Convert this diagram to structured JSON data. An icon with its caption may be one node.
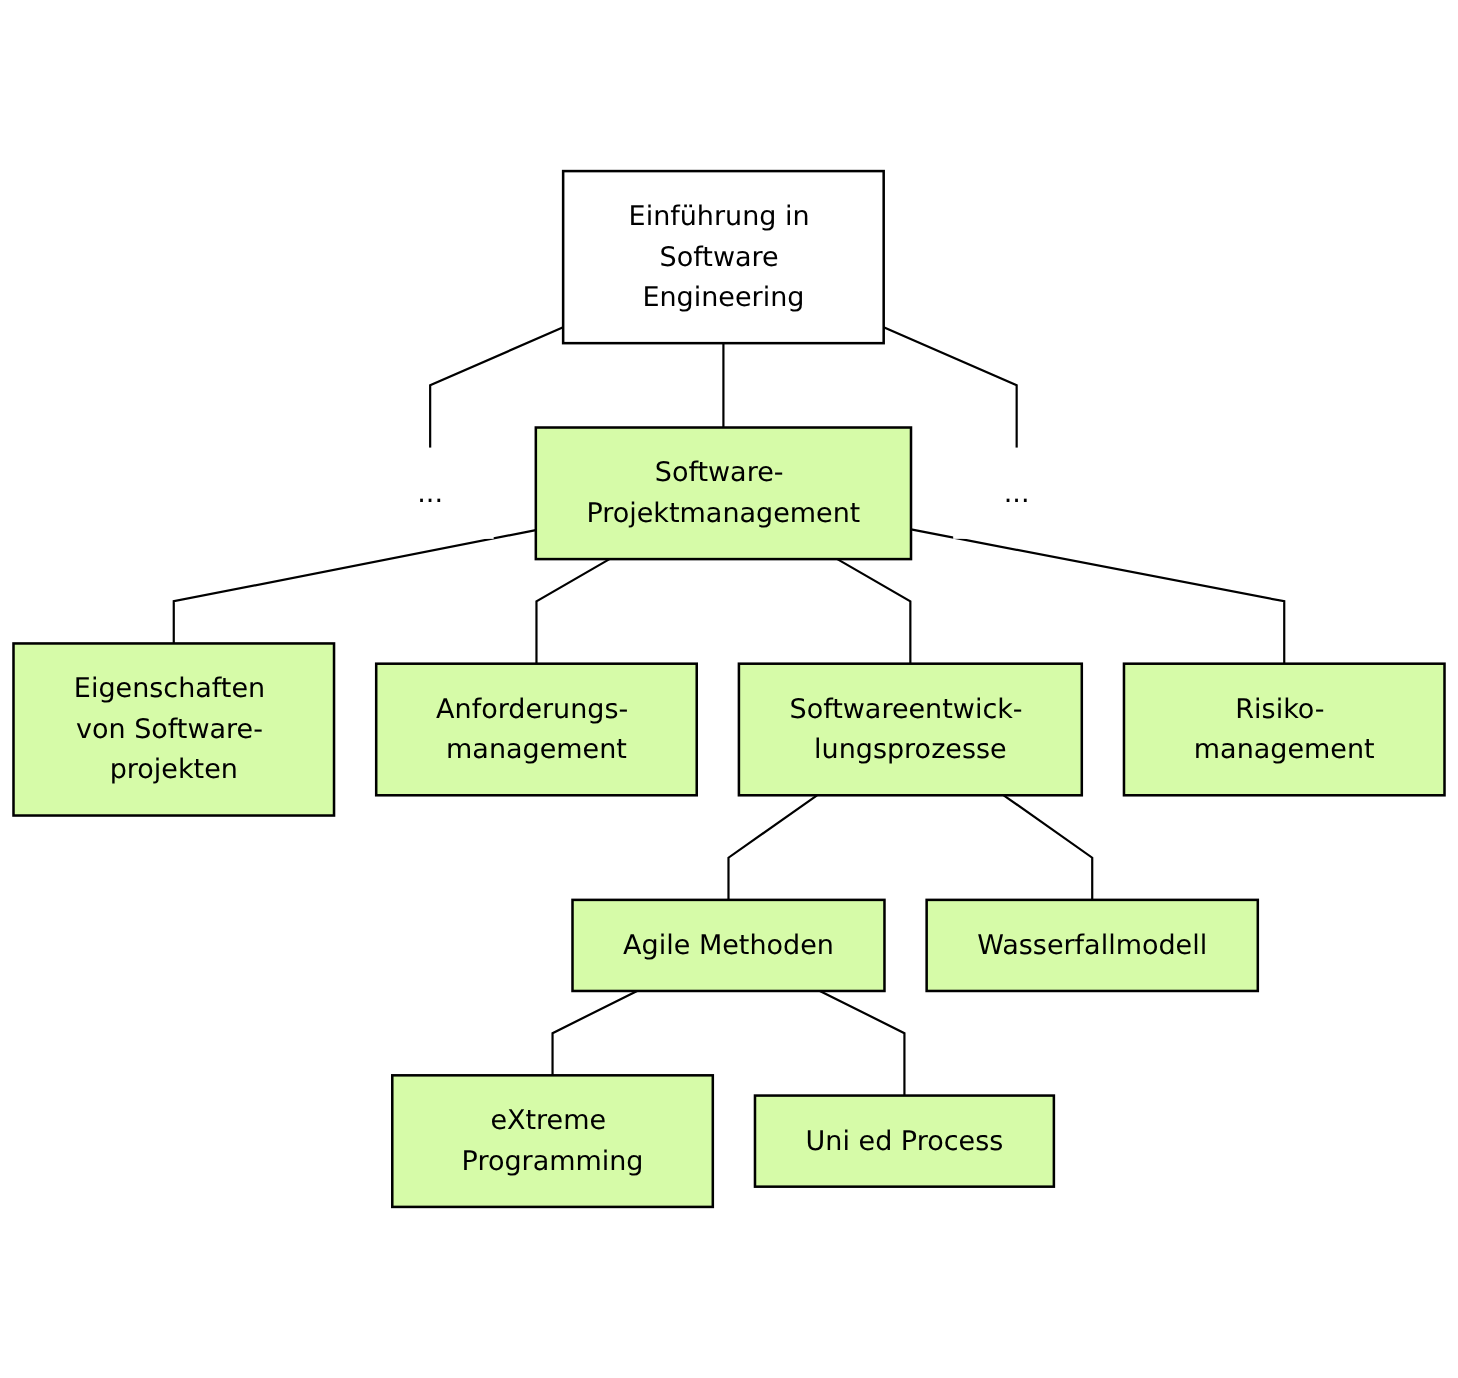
{
  "diagram": {
    "nodes": [
      {
        "text": [
          "Einführung in Software Engineering"
        ]
      },
      {
        "text": [
          "..."
        ]
      },
      {
        "text": [
          "Software- Projektmanagement"
        ]
      },
      {
        "text": [
          "..."
        ]
      },
      {
        "text": [
          "Eigenschaften von Software- projekten"
        ]
      },
      {
        "text": [
          "Anforderungs- management"
        ]
      },
      {
        "text": [
          "Softwareentwick- lungsprozesse"
        ]
      },
      {
        "text": [
          "Risiko- management"
        ]
      },
      {
        "text": [
          "Agile Methoden"
        ]
      },
      {
        "text": [
          "Wasserfallmodell"
        ]
      },
      {
        "text": [
          "eXtreme Programming"
        ]
      },
      {
        "text": [
          "Uni ed Process"
        ]
      }
    ],
    "edges": [
      {
        "from": 0,
        "to": 1,
        "arrow": "none"
      },
      {
        "from": 0,
        "to": 2,
        "arrow": "none"
      },
      {
        "from": 0,
        "to": 3,
        "arrow": "none"
      },
      {
        "from": 2,
        "to": 4,
        "arrow": "none"
      },
      {
        "from": 2,
        "to": 5,
        "arrow": "none"
      },
      {
        "from": 2,
        "to": 6,
        "arrow": "none"
      },
      {
        "from": 2,
        "to": 7,
        "arrow": "none"
      },
      {
        "from": 6,
        "to": 8,
        "arrow": "none"
      },
      {
        "from": 6,
        "to": 9,
        "arrow": "none"
      },
      {
        "from": 8,
        "to": 10,
        "arrow": "none"
      },
      {
        "from": 8,
        "to": 11,
        "arrow": "none"
      }
    ]
  }
}
